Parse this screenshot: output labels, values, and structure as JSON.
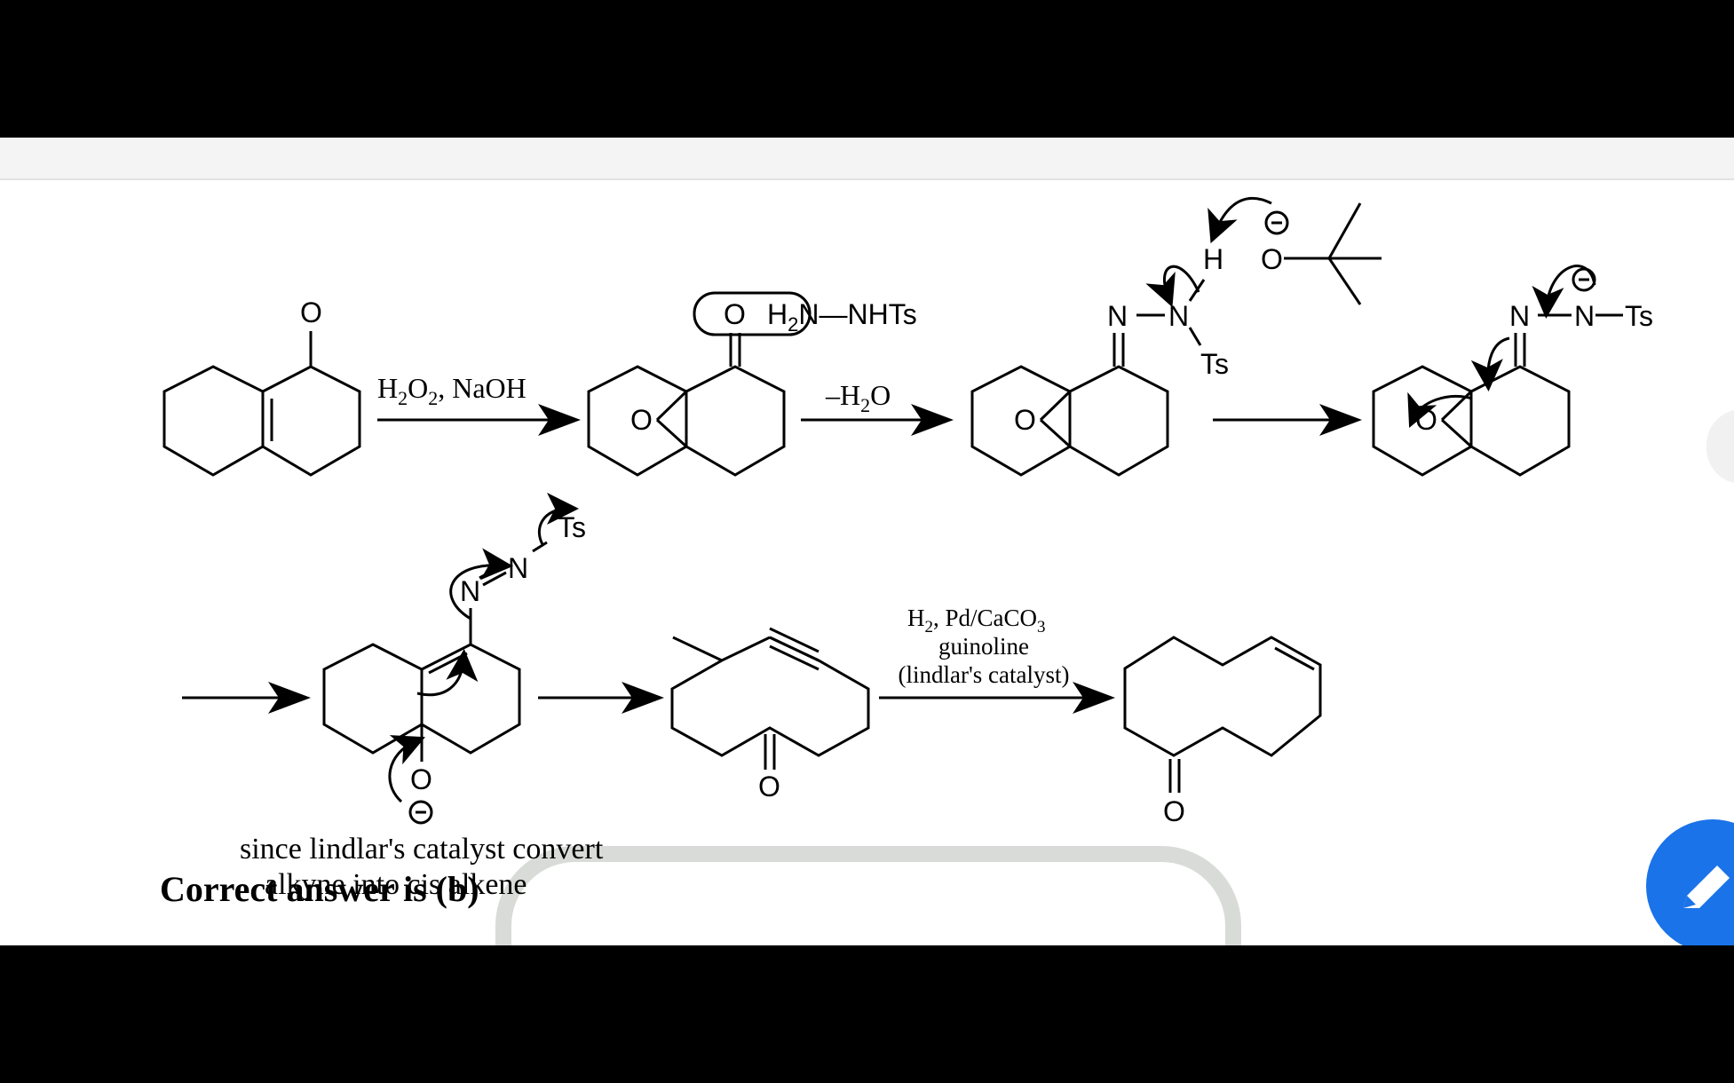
{
  "scheme": {
    "reagent_1_main": "H",
    "reagent_1_sub": "2",
    "reagent_1_mid": "O",
    "reagent_1_sub2": "2",
    "reagent_1_tail": ", NaOH",
    "reagent_2_prefix": "–H",
    "reagent_2_sub": "2",
    "reagent_2_tail": "O",
    "reagent_3_line1_main": "H",
    "reagent_3_line1_sub": "2",
    "reagent_3_line1_mid": ", Pd/CaCO",
    "reagent_3_line1_sub2": "3",
    "reagent_3_line2": "guinoline",
    "reagent_3_line3": "(lindlar's catalyst)",
    "atom_O": "O",
    "atom_N": "N",
    "atom_H": "H",
    "group_Ts": "Ts",
    "hydrazine_H2": "H",
    "hydrazine_H2_sub": "2",
    "hydrazine_tail": "N—NHTs",
    "charge_minus": "−"
  },
  "caption": {
    "line1": "since lindlar's catalyst convert",
    "line2": "alkyne into cis alkene"
  },
  "answer_text": "Correct answer is (b)",
  "icons": {
    "edit": "pencil-icon"
  },
  "colors": {
    "fab": "#1a73e8",
    "watermark": "#d9dbd8"
  }
}
